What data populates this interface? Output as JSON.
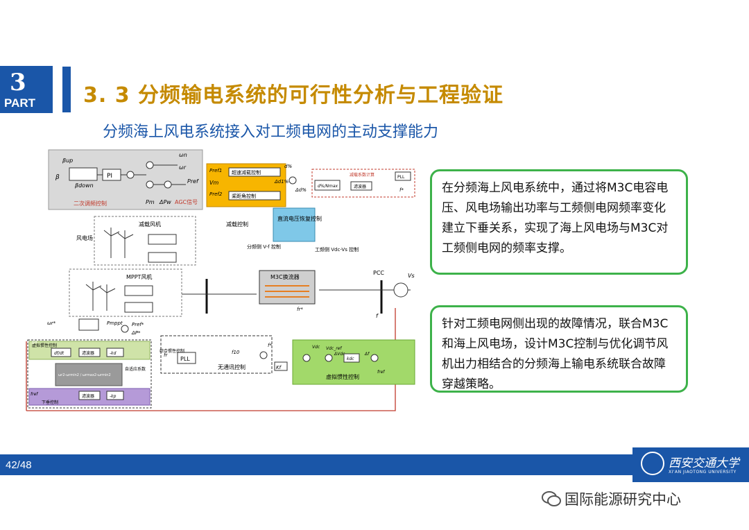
{
  "header": {
    "part_number": "3",
    "part_word": "PART",
    "title": "3. 3  分频输电系统的可行性分析与工程验证",
    "subtitle": "分频海上风电系统接入对工频电网的主动支撑能力"
  },
  "diagram": {
    "labels": {
      "beta_up": "βup",
      "beta_down": "βdown",
      "beta": "β",
      "omega_n": "ωn",
      "omega_r": "ωr",
      "pi": "PI",
      "p_ref": "Pref",
      "p_m": "Pm",
      "delta_pw": "ΔPw",
      "agc": "AGC信号",
      "secondary_reg": "二次调频控制",
      "pref1": "Pref1",
      "pref2": "Pref2",
      "vm": "Vm",
      "overspeed_ctrl": "超速减载控制",
      "pitch_ctrl": "桨距角控制",
      "deload_ctrl": "减载控制",
      "d_pct": "d%",
      "delta_d1": "Δd1%",
      "delta_d": "Δd%",
      "dmax": "d%/Nmax",
      "filter": "滤波器",
      "deload_calc": "减载系数计算",
      "pll": "PLL",
      "f_star": "f*",
      "dc_recovery": "直流电压恢复控制",
      "wind_farm": "风电场",
      "deload_wt": "减载风机",
      "mppt_wt": "MPPT风机",
      "freq_side": "分频侧 V-f 控制",
      "power_side": "工频侧 Vdc-Vs 控制",
      "m3c": "M3C换流器",
      "pcc": "PCC",
      "vs": "Vs",
      "f": "f",
      "fr_star": "fr*",
      "fr_star2": "fr*",
      "f_star2": "f*",
      "f10": "f10",
      "kf": "Kf",
      "no_comm": "无通讯控制",
      "pll2": "PLL",
      "f_r": "fr",
      "vdc": "Vdc",
      "vdc_ref": "Vdc_ref",
      "delta_vdc": "ΔVdc",
      "kdc": "kdc",
      "delta_f": "Δf",
      "f_ref": "fref",
      "virtual_inertia": "虚拟惯性控制",
      "omega_r_star": "ωr*",
      "p_mppt": "Pmppt",
      "p_ref_star": "Pref*",
      "delta_p_star": "ΔP*",
      "vi_ctrl": "虚拟惯性控制",
      "df_dt": "df/dt",
      "filter2": "滤波器",
      "kd": "-kd",
      "adapt": "自适应系数",
      "comprehensive": "综合惯性控制",
      "omega_formula": "ωr2-ωrmin2 / ωrmax2-ωrmin2",
      "filter3": "滤波器",
      "kp": "-kp",
      "droop": "下垂控制",
      "f_ref2": "fref"
    }
  },
  "text_boxes": [
    "在分频海上风电系统中，通过将M3C电容电压、风电场输出功率与工频侧电网频率变化建立下垂关系，实现了海上风电场与M3C对工频侧电网的频率支撑。",
    "针对工频电网侧出现的故障情况，联合M3C和海上风电场，设计M3C控制与优化调节风机出力相结合的分频海上输电系统联合故障穿越策略。"
  ],
  "footer": {
    "page": "42/48",
    "university_cn": "西安交通大学",
    "university_en": "XI'AN JIAOTONG UNIVERSITY",
    "watermark": "国际能源研究中心"
  },
  "colors": {
    "brand_blue": "#1a56a8",
    "title_gold": "#c58a00",
    "box_green": "#3db24a"
  }
}
